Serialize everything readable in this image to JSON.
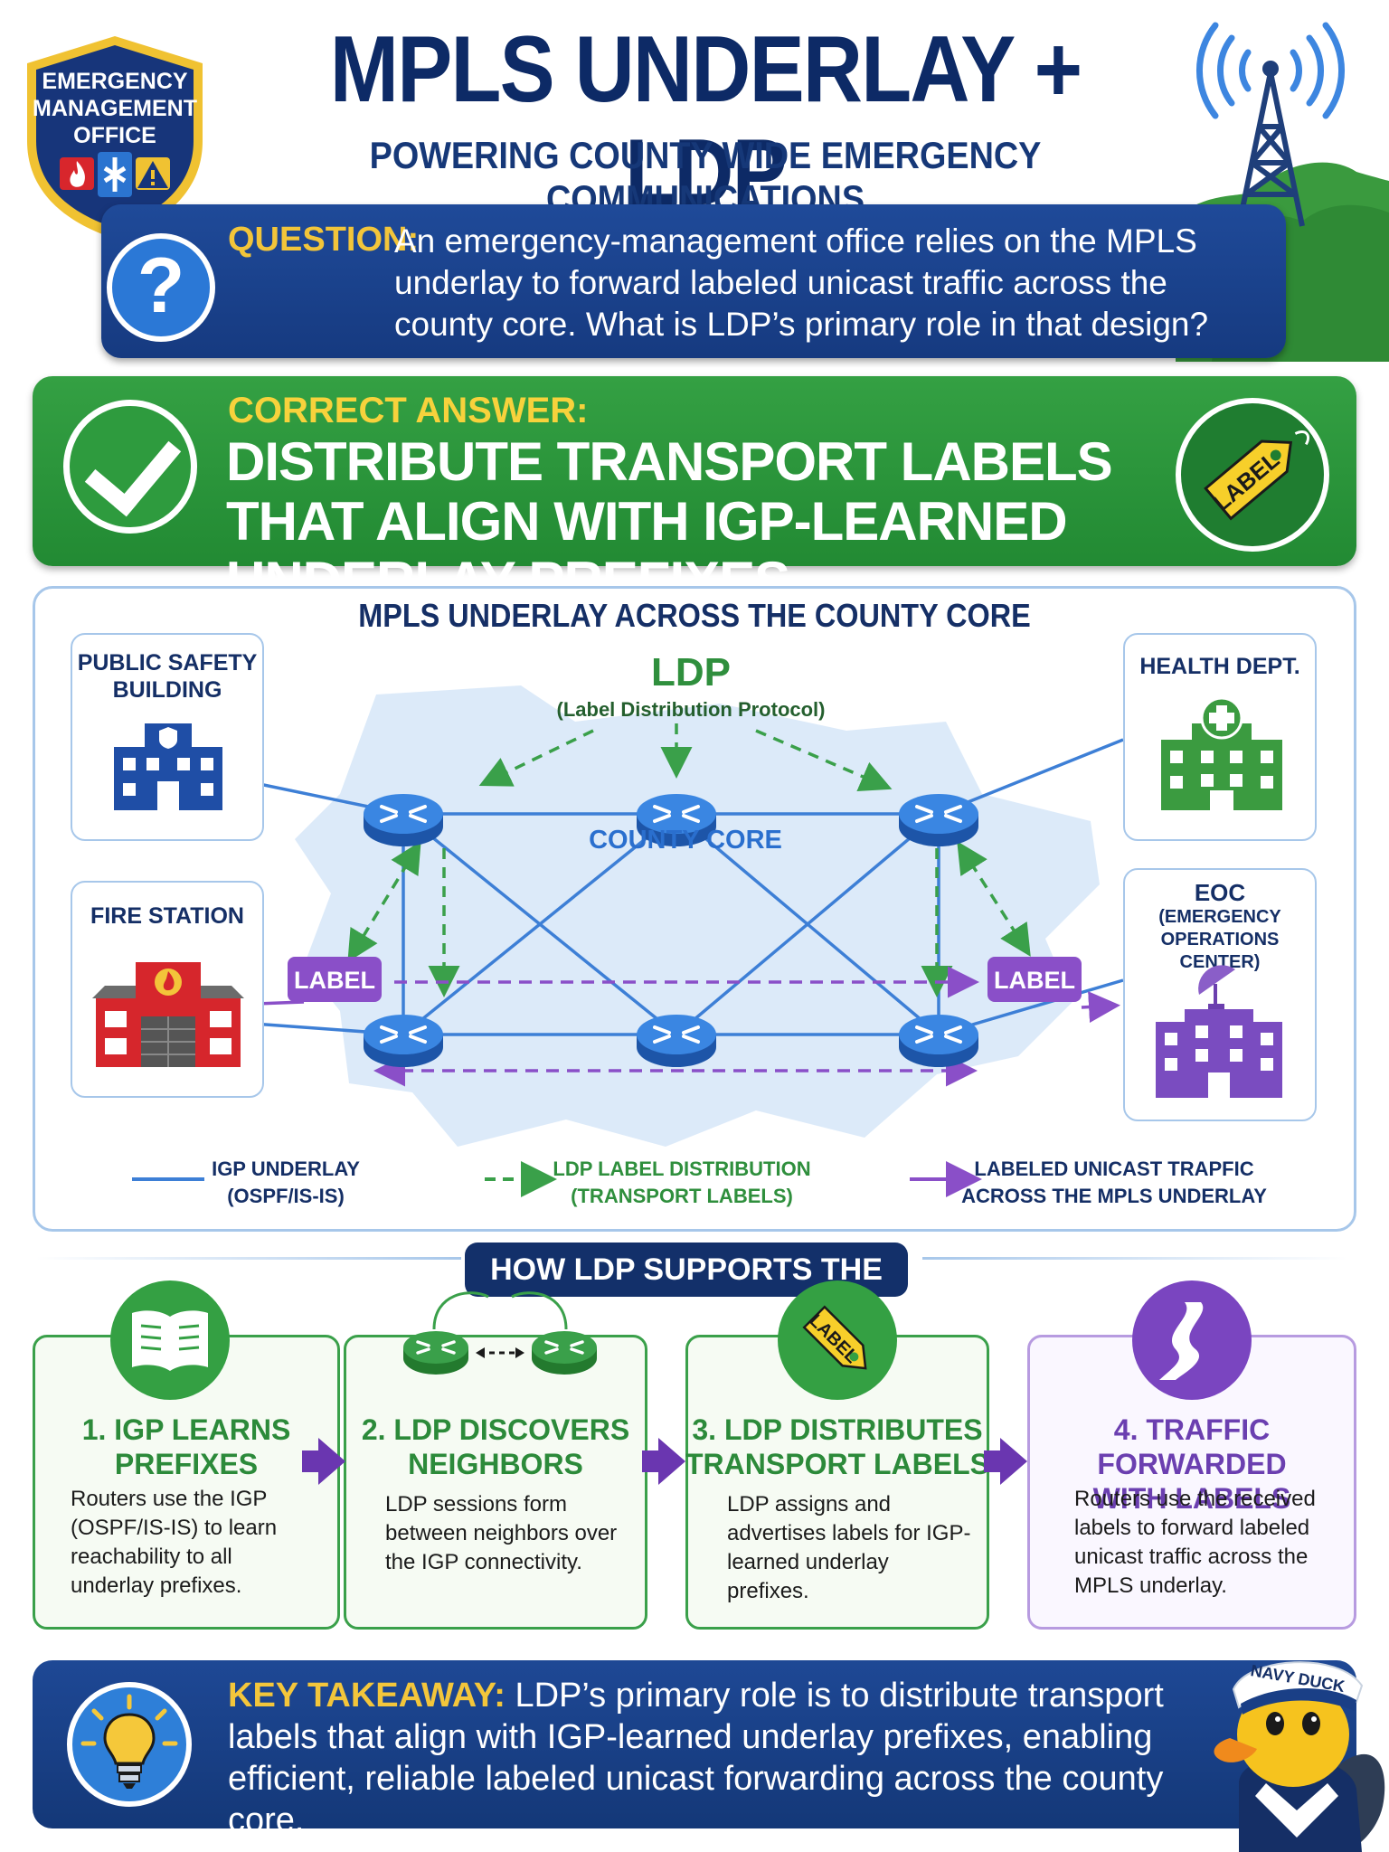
{
  "header": {
    "logo_line1": "EMERGENCY",
    "logo_line2": "MANAGEMENT",
    "logo_line3": "OFFICE",
    "title": "MPLS UNDERLAY + LDP",
    "subtitle": "POWERING COUNTY WIDE EMERGENCY COMMUNICATIONS"
  },
  "question": {
    "label": "QUESTION:",
    "text": "An emergency-management office relies on the MPLS underlay to forward labeled unicast traffic across the county core. What is LDP’s primary role in that design?"
  },
  "answer": {
    "label": "CORRECT ANSWER:",
    "text": "DISTRIBUTE TRANSPORT LABELS THAT ALIGN WITH IGP-LEARNED UNDERLAY PREFIXES",
    "tag_text": "LABEL"
  },
  "diagram": {
    "title": "MPLS UNDERLAY ACROSS THE COUNTY CORE",
    "ldp_title": "LDP",
    "ldp_subtitle": "(Label Distribution Protocol)",
    "core_label": "COUNTY CORE",
    "label_left": "LABEL",
    "label_right": "LABEL",
    "sites": {
      "public_safety_line1": "PUBLIC SAFETY",
      "public_safety_line2": "BUILDING",
      "fire_station": "FIRE STATION",
      "health": "HEALTH DEPT.",
      "eoc_line1": "EOC",
      "eoc_line2": "(EMERGENCY",
      "eoc_line3": "OPERATIONS CENTER)"
    },
    "legend": {
      "igp_line1": "IGP UNDERLAY",
      "igp_line2": "(OSPF/IS-IS)",
      "ldp_line1": "LDP LABEL DISTRIBUTION",
      "ldp_line2": "(TRANSPORT LABELS)",
      "traffic_line1": "LABELED UNICAST TRAPFIC",
      "traffic_line2": "ACROSS THE MPLS UNDERLAY"
    },
    "colors": {
      "igp": "#3d7fd6",
      "ldp": "#3aa04a",
      "traffic": "#8a4fc8",
      "router": "#2a6fce"
    }
  },
  "steps": {
    "heading": "HOW LDP SUPPORTS THE DESIGN",
    "tag_text": "LABEL",
    "items": [
      {
        "title_line1": "1. IGP LEARNS",
        "title_line2": "PREFIXES",
        "text": "Routers use the IGP (OSPF/IS-IS) to learn reachability to all underlay prefixes."
      },
      {
        "title_line1": "2. LDP DISCOVERS",
        "title_line2": "NEIGHBORS",
        "text": "LDP sessions form between neighbors over the IGP connectivity."
      },
      {
        "title_line1": "3. LDP DISTRIBUTES",
        "title_line2": "TRANSPORT LABELS",
        "text": "LDP assigns and advertises labels for IGP-learned underlay prefixes."
      },
      {
        "title_line1": "4. TRAFFIC FORWARDED",
        "title_line2": "WITH LABELS",
        "text": "Routers use the received labels to forward labeled unicast traffic across the MPLS underlay."
      }
    ]
  },
  "takeaway": {
    "label": "KEY TAKEAWAY:",
    "text": " LDP’s primary role is to distribute transport labels that align with IGP-learned underlay prefixes, enabling efficient, reliable labeled unicast forwarding across the county core.",
    "mascot_hat": "NAVY DUCK"
  }
}
